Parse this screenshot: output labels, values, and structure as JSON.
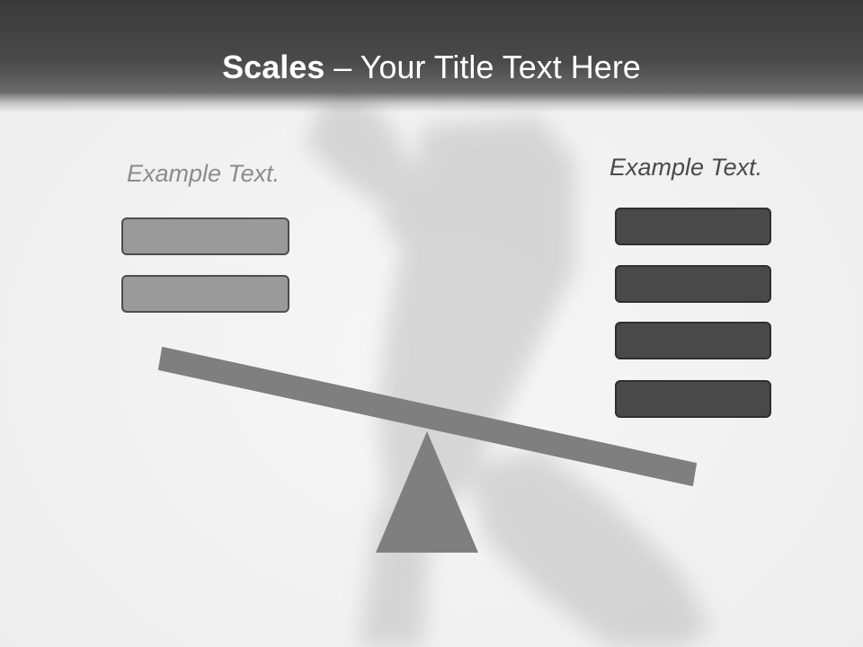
{
  "slide": {
    "title_bold": "Scales",
    "title_rest": " – Your Title Text Here",
    "left_caption": "Example Text.",
    "right_caption": "Example Text."
  },
  "colors": {
    "header": "#3a3a3a",
    "background": "#f2f2f2",
    "left_box_fill": "#9a9a9a",
    "right_box_fill": "#494949",
    "beam": "#7f7f7f",
    "fulcrum": "#7f7f7f"
  }
}
